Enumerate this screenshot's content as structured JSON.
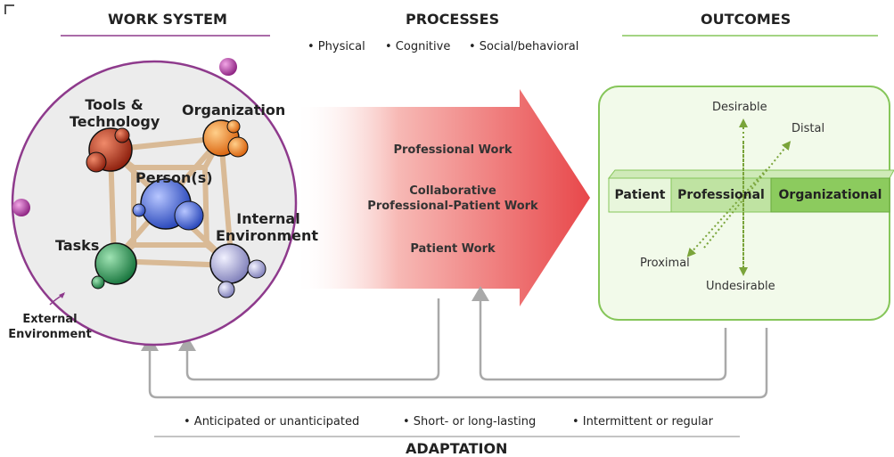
{
  "headings": {
    "work_system": "WORK SYSTEM",
    "processes": "PROCESSES",
    "outcomes": "OUTCOMES",
    "adaptation": "ADAPTATION"
  },
  "process_types": [
    "• Physical",
    "• Cognitive",
    "• Social/behavioral"
  ],
  "work_system": {
    "tools_line1": "Tools &",
    "tools_line2": "Technology",
    "organization": "Organization",
    "persons": "Person(s)",
    "internal_line1": "Internal",
    "internal_line2": "Environment",
    "tasks": "Tasks",
    "external_line1": "External",
    "external_line2": "Environment"
  },
  "processes": {
    "professional": "Professional Work",
    "collaborative_line1": "Collaborative",
    "collaborative_line2": "Professional-Patient Work",
    "patient": "Patient Work"
  },
  "outcomes": {
    "levels": [
      "Patient",
      "Professional",
      "Organizational"
    ],
    "desirable": "Desirable",
    "undesirable": "Undesirable",
    "distal": "Distal",
    "proximal": "Proximal"
  },
  "adaptation_types": [
    "• Anticipated or unanticipated",
    "• Short- or long-lasting",
    "• Intermittent or regular"
  ],
  "colors": {
    "work_system_accent": "#8e3a8c",
    "outcomes_accent": "#86c65a",
    "arrow_red": "#e8474a",
    "feedback_gray": "#a9a9a9",
    "node_tools": "#b8331c",
    "node_organization": "#f0821d",
    "node_person": "#4567d6",
    "node_tasks": "#2e9a56",
    "node_internal": "#a9a9d6"
  }
}
